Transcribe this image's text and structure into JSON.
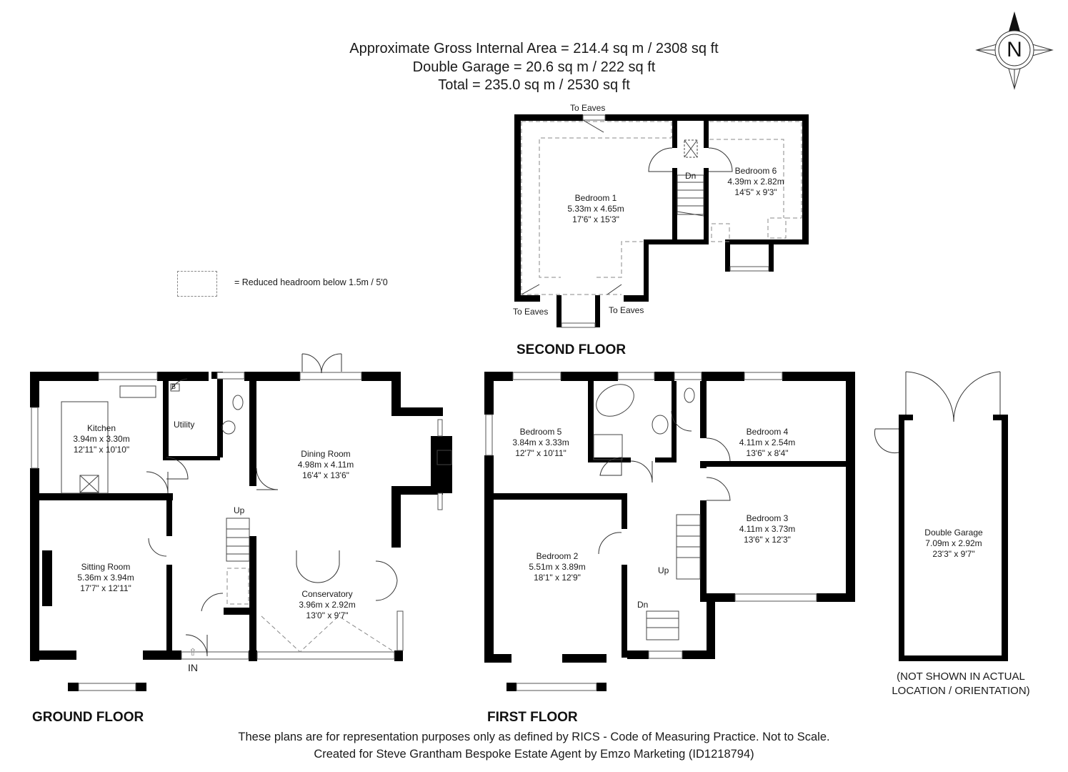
{
  "header": {
    "gross_area": "Approximate Gross Internal Area = 214.4 sq m / 2308 sq ft",
    "garage_area": "Double Garage = 20.6 sq m / 222 sq ft",
    "total_area": "Total = 235.0 sq m / 2530 sq ft"
  },
  "compass": {
    "label": "N"
  },
  "legend": {
    "text": "= Reduced headroom below 1.5m / 5'0"
  },
  "second_floor": {
    "title": "SECOND FLOOR",
    "labels": {
      "to_eaves_top": "To Eaves",
      "to_eaves_left": "To Eaves",
      "to_eaves_right": "To Eaves",
      "stairs": "Dn"
    },
    "rooms": [
      {
        "name": "Bedroom 1",
        "metric": "5.33m x 4.65m",
        "imperial": "17'6\" x 15'3\""
      },
      {
        "name": "Bedroom 6",
        "metric": "4.39m x 2.82m",
        "imperial": "14'5\" x 9'3\""
      }
    ]
  },
  "ground_floor": {
    "title": "GROUND FLOOR",
    "labels": {
      "utility": "Utility",
      "boiler": "B",
      "stairs": "Up",
      "entrance": "IN"
    },
    "rooms": [
      {
        "name": "Kitchen",
        "metric": "3.94m x 3.30m",
        "imperial": "12'11\" x 10'10\""
      },
      {
        "name": "Dining Room",
        "metric": "4.98m x 4.11m",
        "imperial": "16'4\" x 13'6\""
      },
      {
        "name": "Sitting Room",
        "metric": "5.36m x 3.94m",
        "imperial": "17'7\" x 12'11\""
      },
      {
        "name": "Conservatory",
        "metric": "3.96m x 2.92m",
        "imperial": "13'0\" x 9'7\""
      }
    ]
  },
  "first_floor": {
    "title": "FIRST FLOOR",
    "labels": {
      "stairs_up": "Up",
      "stairs_down": "Dn"
    },
    "rooms": [
      {
        "name": "Bedroom 5",
        "metric": "3.84m x 3.33m",
        "imperial": "12'7\" x 10'11\""
      },
      {
        "name": "Bedroom 4",
        "metric": "4.11m x 2.54m",
        "imperial": "13'6\" x 8'4\""
      },
      {
        "name": "Bedroom 3",
        "metric": "4.11m x 3.73m",
        "imperial": "13'6\" x 12'3\""
      },
      {
        "name": "Bedroom 2",
        "metric": "5.51m x 3.89m",
        "imperial": "18'1\" x 12'9\""
      }
    ]
  },
  "garage": {
    "name": "Double Garage",
    "metric": "7.09m x 2.92m",
    "imperial": "23'3\" x 9'7\"",
    "note_line1": "(NOT SHOWN IN ACTUAL",
    "note_line2": "LOCATION / ORIENTATION)"
  },
  "footer": {
    "disclaimer": "These plans are for representation purposes only as defined by RICS - Code of Measuring Practice. Not to Scale.",
    "credit": "Created for Steve Grantham Bespoke Estate Agent by Emzo Marketing (ID1218794)"
  }
}
